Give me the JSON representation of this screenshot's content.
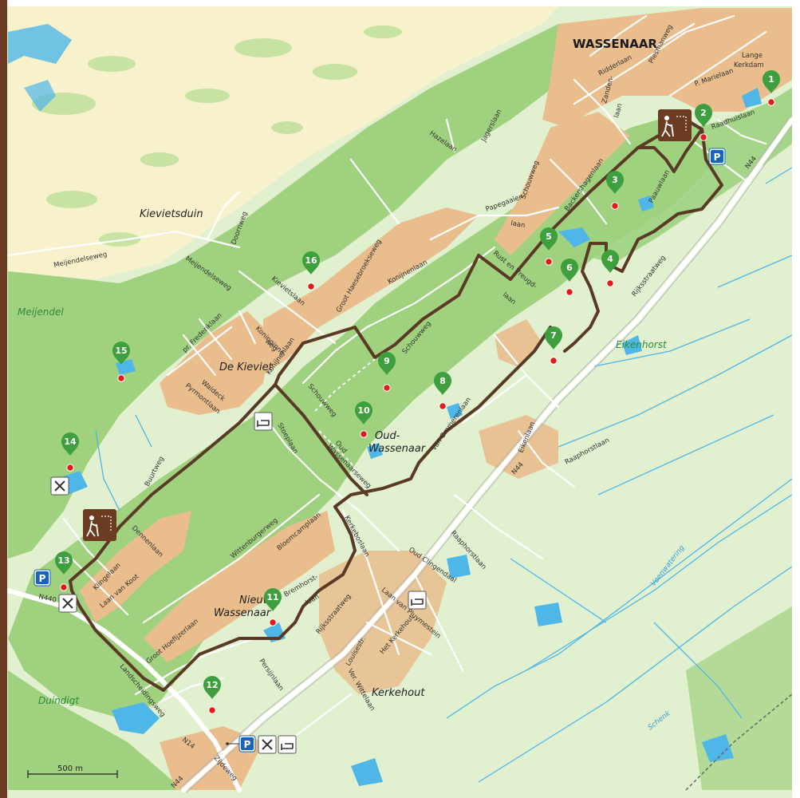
{
  "map": {
    "town_label": "WASSENAAR",
    "places": {
      "kievietsduin": "Kievietsduin",
      "de_kieviet": "De Kieviet",
      "oud_wassenaar_1": "Oud-",
      "oud_wassenaar_2": "Wassenaar",
      "nieuw_wassenaar_1": "Nieuw-",
      "nieuw_wassenaar_2": "Wassenaar",
      "kerkehout": "Kerkehout",
      "meijendel": "Meijendel",
      "eikenhorst": "Eikenhorst",
      "duindigt": "Duindigt"
    },
    "water": {
      "veenwatering": "Veenwatering",
      "schenk": "Schenk"
    },
    "roads": {
      "n44_a": "N44",
      "n44_b": "N44",
      "n44_c": "N44",
      "n440": "N440",
      "n14": "N14"
    },
    "streets": {
      "lange_kerkdam_1": "Lange",
      "lange_kerkdam_2": "Kerkdam",
      "ridderlaan": "Ridderlaan",
      "plesmanweg": "Plesmanweg",
      "p_marielaan": "P. Marielaan",
      "raadhuislaan": "Raadhuislaan",
      "zijlweg_1": "Zanden-",
      "zijlweg_2": "laan",
      "hazelaan": "Hazelaan",
      "jagerslaan": "Jagerslaan",
      "backershagenlaan": "Backershagenlaan",
      "schouwweg_a": "Schouwweg",
      "paauwlaan": "Paauwlaan",
      "papegaaienlaan_1": "Papegaaien-",
      "papegaaienlaan_2": "laan",
      "rust_en_vreugd_1": "Rust en Vreugd-",
      "rust_en_vreugd_2": "laan",
      "rijksstraatweg_a": "Rijksstraatweg",
      "doornweg": "Doornweg",
      "meijendelseweg_a": "Meijendelseweg",
      "meijendelseweg_b": "Meijendelseweg",
      "kievietslaan": "Kievietslaan",
      "groot_haesebroekseweg": "Groot Haesebroekseweg",
      "konijnenlaan_a": "Konijnenlaan",
      "schouwweg_b": "Schouwweg",
      "koninginneweg_1": "Koninginne-",
      "koninginneweg_2": "weg",
      "pr_frederiklaan": "pr. Frederiklaan",
      "waldeck_1": "Waldeck",
      "waldeck_2": "Pyrmontlaan",
      "konijnenlaan_b": "Konijnenlaan",
      "schouwweg_c": "Schouwweg",
      "van_ommerenlaan": "Van Ommerenlaan",
      "oud_wassenaarseweg_1": "Oud",
      "oud_wassenaarseweg_2": "Wassenaarseweg",
      "storm": "Stoeplaan",
      "eikenlaan": "Eikenlaan",
      "raaphorstlaan_a": "Raaphorstlaan",
      "raaphorstlaan_b": "Raaphorstlaan",
      "buurtweg": "Buurtweg",
      "dennenlaan": "Dennenlaan",
      "klingelaan": "Klingelaan",
      "laan_van_koot": "Laan van Koot",
      "wittenburgerweg": "Wittenburgerweg",
      "bloemcamplaan": "Bloemcamplaan",
      "kerkeboslaan": "Kerkeboslaan",
      "bremhorstlaan_1": "Bremhorst-",
      "bremhorstlaan_2": "laan",
      "oud_clingendaal": "Oud Clingendaal",
      "laan_van_pluymestein": "Laan van Pluymestein",
      "rijksstraatweg_b": "Rijksstraatweg",
      "groot_hoefijzerlaan": "Groot Hoefijzerlaan",
      "het_kerkehout": "Het Kerkehout",
      "louisestraat": "Louisestr.",
      "van_wittelaan": "Ver. Wittelaan",
      "persijnlaan": "Persijnlaan",
      "landscheidingsweg": "Landscheidingsweg",
      "zijdeweg": "Zijdeweg"
    },
    "markers": [
      "1",
      "2",
      "3",
      "4",
      "5",
      "6",
      "7",
      "8",
      "9",
      "10",
      "11",
      "12",
      "13",
      "14",
      "15",
      "16"
    ],
    "icons": {
      "parking": "P",
      "restaurant": "restaurant-icon",
      "hotel": "hotel-icon",
      "walking_start": "hiker-icon"
    },
    "scale_label": "500 m"
  },
  "colors": {
    "dune": "#f8f2cc",
    "forest": "#9fd17f",
    "meadow": "#e1f0cf",
    "built": "#e9bd8c",
    "water": "#4fb6e8",
    "route": "#5a3a24",
    "marker": "#3d9f3d",
    "dot": "#e21c1c",
    "pin_blue": "#1565c0",
    "side_band": "#6b3b22"
  }
}
